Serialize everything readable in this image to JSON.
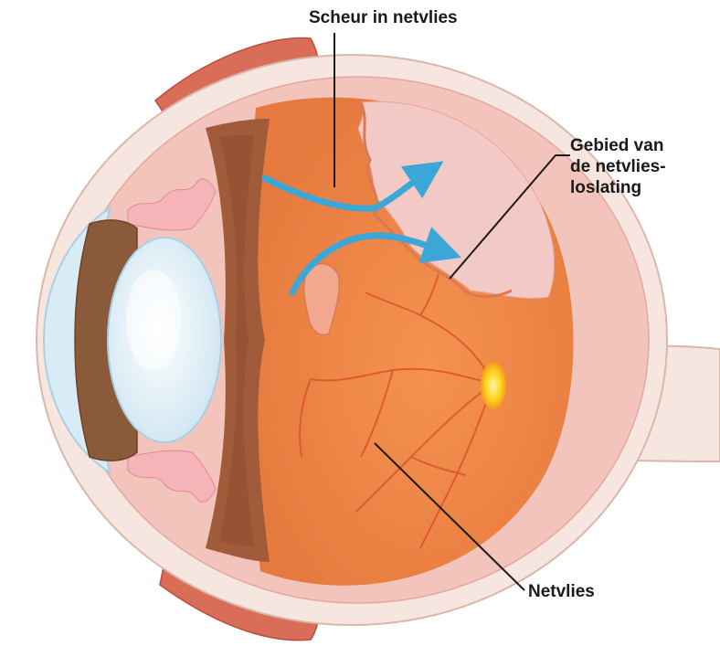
{
  "diagram": {
    "labels": {
      "tear": "Scheur in netvlies",
      "detachment_area": [
        "Gebied van",
        "de netvlies-",
        "loslating"
      ],
      "retina": "Netvlies"
    },
    "colors": {
      "sclera": "#f6e6df",
      "sclera_outline": "#d9b8aa",
      "muscle": "#d96d57",
      "retina": "#f08a4c",
      "detached_region": "#f2c9c4",
      "lens": "#d8ecf6",
      "iris": "#8a5a3a",
      "vitreous": "#a05b3b",
      "flow_arrows": "#3aa7d8",
      "optic_disc": "#ffd21e",
      "vessels": "#d9542f",
      "leader_lines": "#1a1a1a"
    }
  }
}
